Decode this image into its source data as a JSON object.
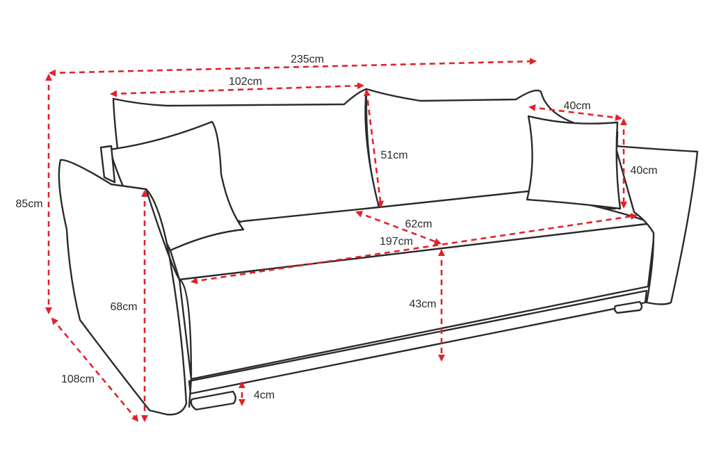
{
  "colors": {
    "dimension": "#e0222a",
    "outline": "#2a2a2a",
    "background": "#ffffff"
  },
  "dimensions": {
    "total_width": "235cm",
    "back_cushion_width": "102cm",
    "small_pillow_width": "40cm",
    "back_cushion_height": "51cm",
    "small_pillow_height": "40cm",
    "total_height": "85cm",
    "seat_depth": "62cm",
    "seat_width": "197cm",
    "seat_height": "43cm",
    "armrest_height": "68cm",
    "total_depth": "108cm",
    "leg_height": "4cm"
  }
}
